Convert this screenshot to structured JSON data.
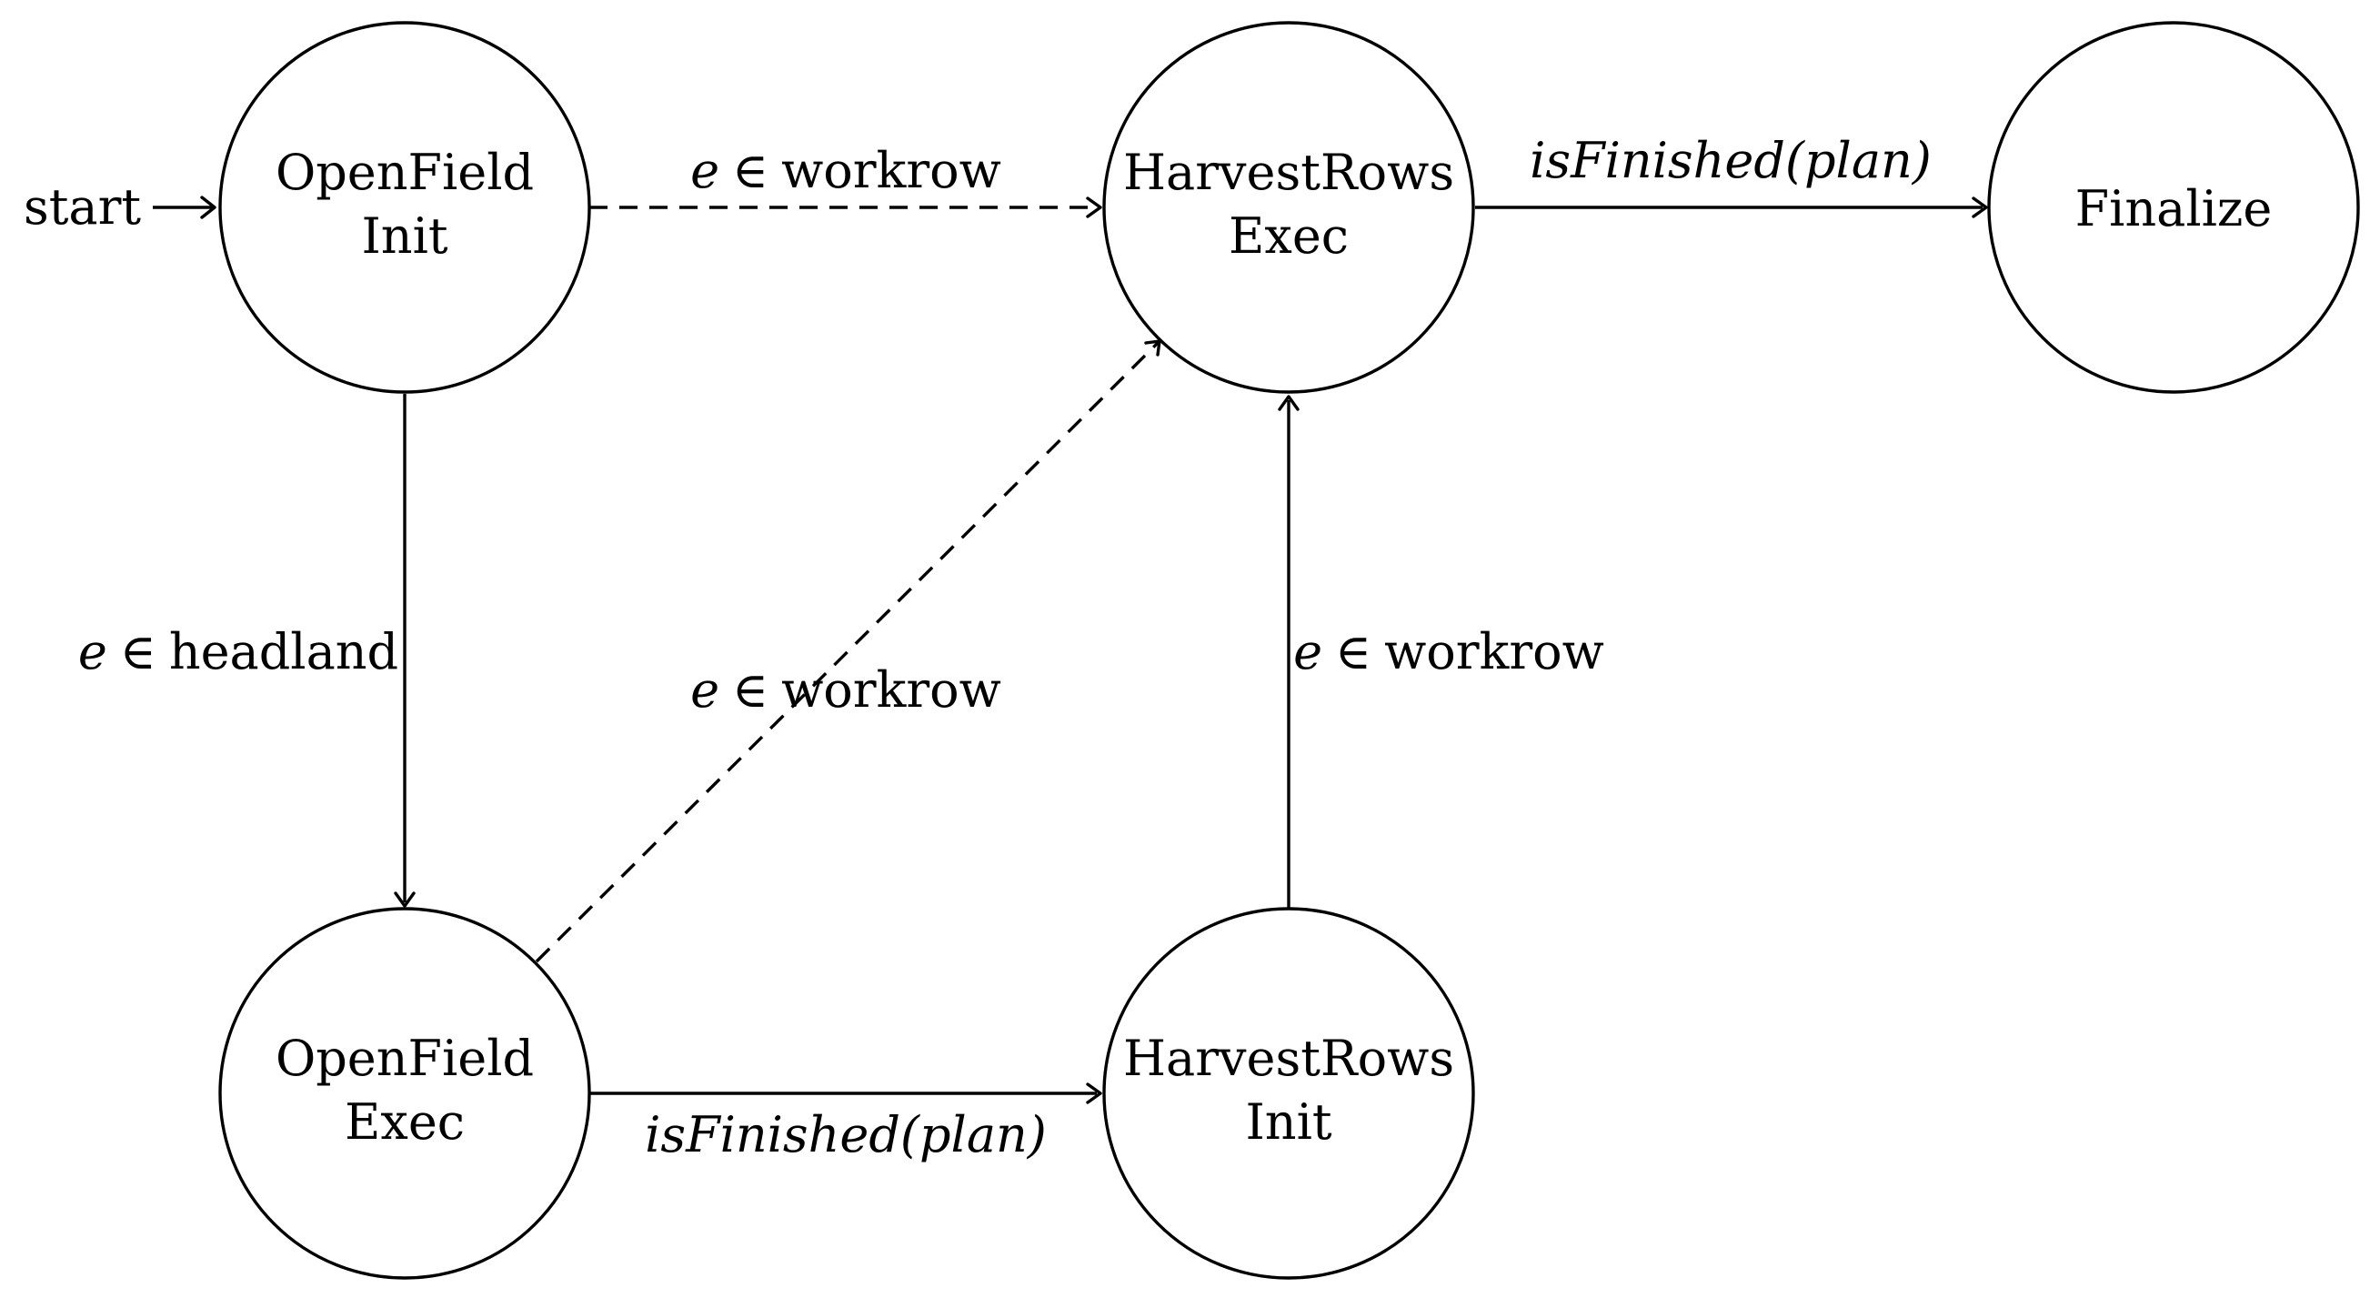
{
  "diagram": {
    "start_label": "start",
    "states": {
      "openfield_init": {
        "line1": "OpenField",
        "line2": "Init"
      },
      "harvestrows_exec": {
        "line1": "HarvestRows",
        "line2": "Exec"
      },
      "finalize": {
        "line1": "Finalize"
      },
      "openfield_exec": {
        "line1": "OpenField",
        "line2": "Exec"
      },
      "harvestrows_init": {
        "line1": "HarvestRows",
        "line2": "Init"
      }
    },
    "edges": {
      "openfield_init_to_harvestrows_exec": {
        "var": "e",
        "op": "∈",
        "set": "workrow",
        "style": "dashed"
      },
      "harvestrows_exec_to_finalize": {
        "label": "isFinished(plan)",
        "style": "solid"
      },
      "openfield_init_to_openfield_exec": {
        "var": "e",
        "op": "∈",
        "set": "headland",
        "style": "solid"
      },
      "openfield_exec_to_harvestrows_exec": {
        "var": "e",
        "op": "∈",
        "set": "workrow",
        "style": "dashed"
      },
      "harvestrows_init_to_harvestrows_exec": {
        "var": "e",
        "op": "∈",
        "set": "workrow",
        "style": "solid"
      },
      "openfield_exec_to_harvestrows_init": {
        "label": "isFinished(plan)",
        "style": "solid"
      }
    }
  }
}
